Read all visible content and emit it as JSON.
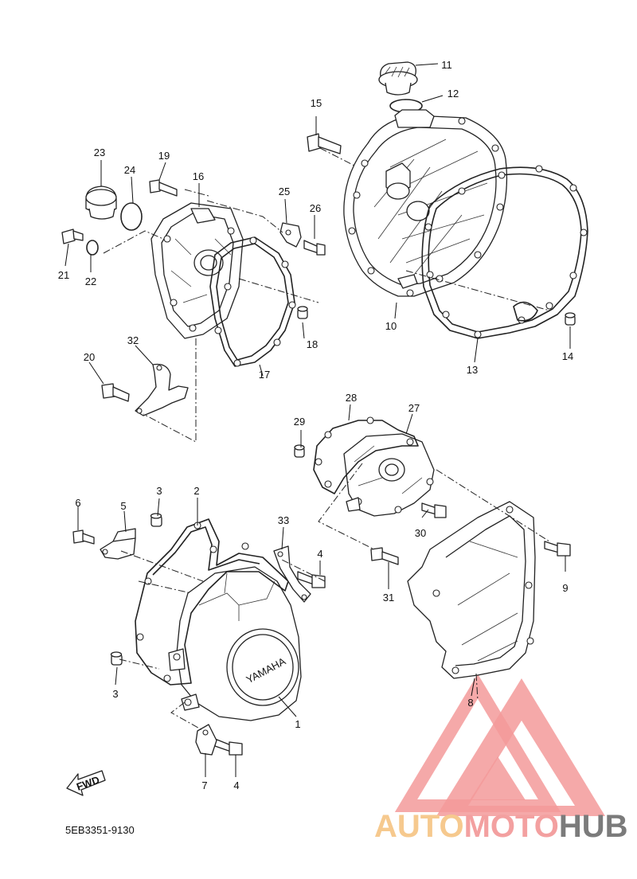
{
  "diagram": {
    "callouts": {
      "p1": "1",
      "p2": "2",
      "p3a": "3",
      "p3b": "3",
      "p4a": "4",
      "p4b": "4",
      "p5": "5",
      "p6": "6",
      "p7": "7",
      "p8": "8",
      "p9": "9",
      "p10": "10",
      "p11": "11",
      "p12": "12",
      "p13": "13",
      "p14": "14",
      "p15": "15",
      "p16": "16",
      "p17": "17",
      "p18": "18",
      "p19": "19",
      "p20": "20",
      "p21": "21",
      "p22": "22",
      "p23": "23",
      "p24": "24",
      "p25": "25",
      "p26": "26",
      "p27": "27",
      "p28": "28",
      "p29": "29",
      "p30": "30",
      "p31": "31",
      "p32": "32",
      "p33": "33"
    },
    "cover_emboss": "YAMAHA",
    "direction_arrow": "FWD",
    "catalog_code": "5EB3351-9130"
  },
  "watermark": {
    "part1": "AUTO",
    "part2": "MOTO",
    "part3": "HUB",
    "colors": {
      "auto": "#f6c98e",
      "moto": "#f3a0a0",
      "hub": "#7b7b7b",
      "logo": "#f39a9a"
    }
  }
}
